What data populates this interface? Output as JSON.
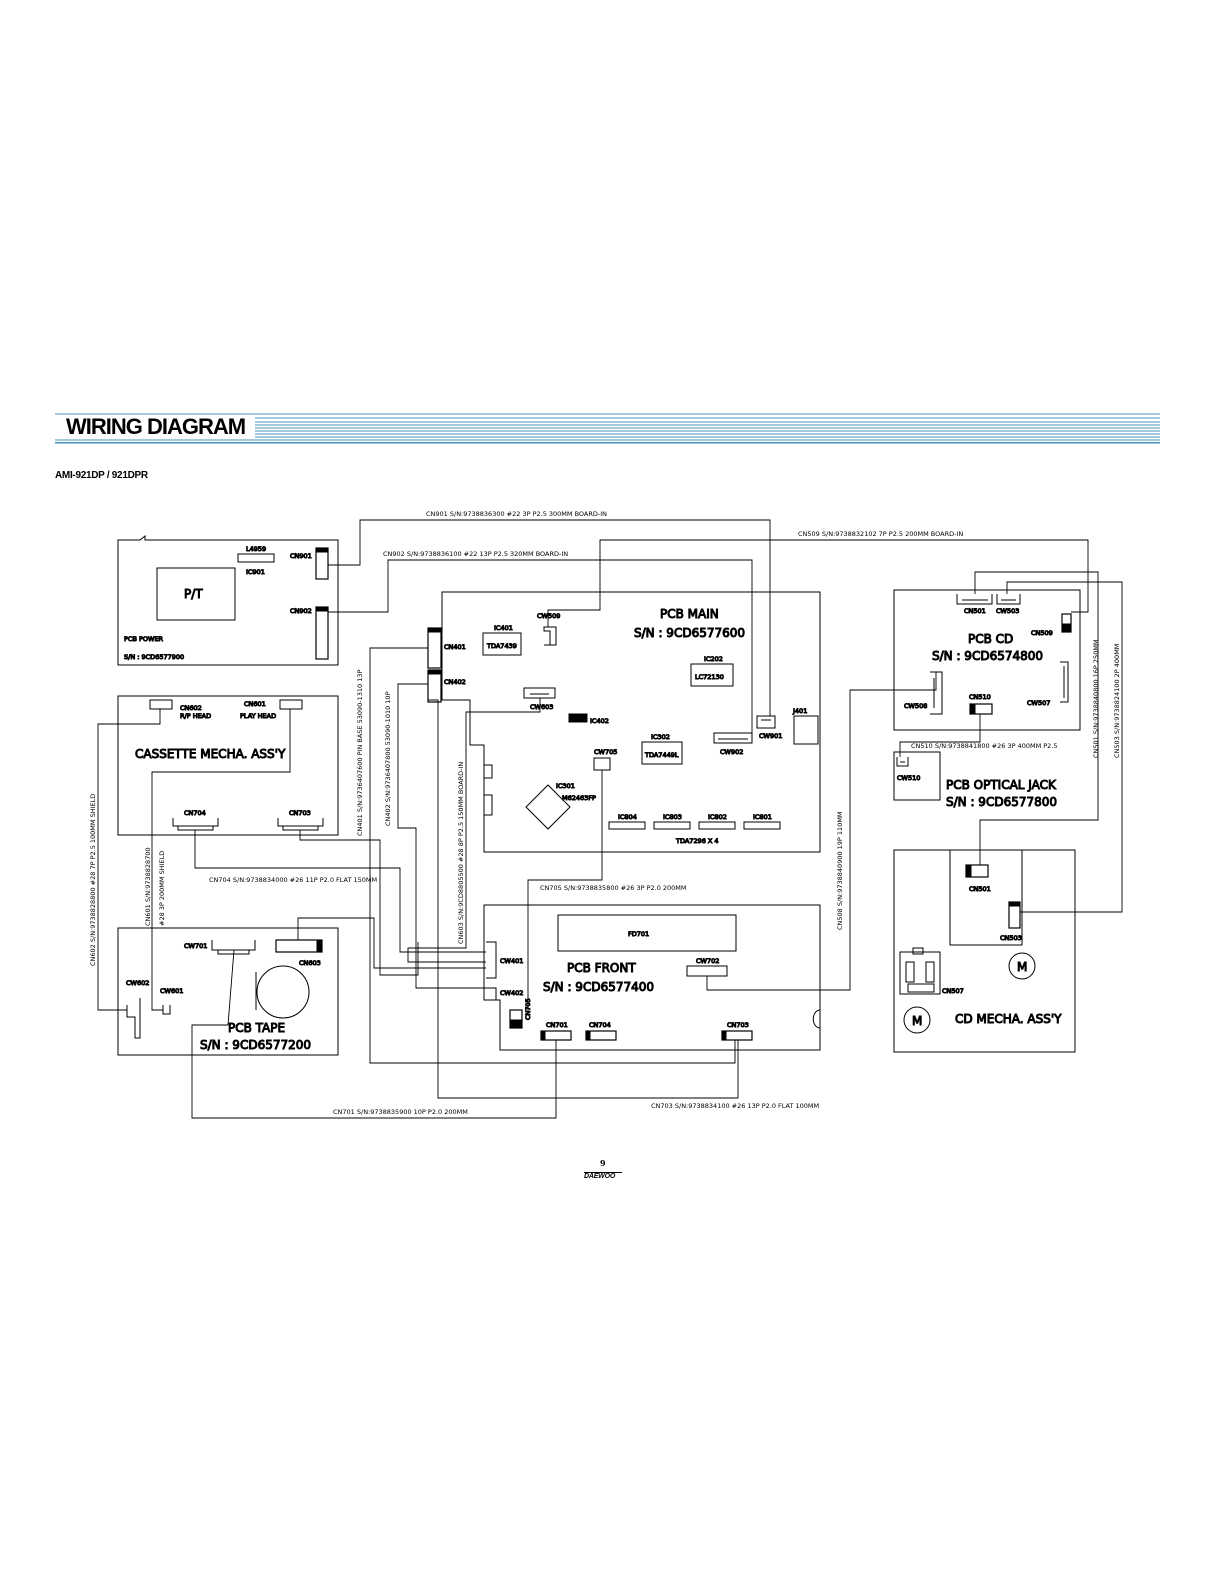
{
  "header": {
    "title": "WIRING DIAGRAM",
    "model": "AMI-921DP / 921DPR"
  },
  "footer": {
    "page_number": "9",
    "brand": "DAEWOO"
  },
  "colors": {
    "header_lines": "#4a8fc0",
    "ink": "#000000"
  },
  "boards": {
    "pcb_power": {
      "name": "PCB POWER",
      "sn": "S/N : 9CD6577900",
      "pt": "P/T",
      "l4959": "L4959",
      "ic901": "IC901",
      "cn901": "CN901",
      "cn902": "CN902"
    },
    "cassette": {
      "name": "CASSETTE MECHA. ASS'Y",
      "cn602": "CN602",
      "rp_head": "R/P HEAD",
      "cn601": "CN601",
      "play_head": "PLAY HEAD",
      "cn704": "CN704",
      "cn703": "CN703"
    },
    "pcb_tape": {
      "name": "PCB TAPE",
      "sn": "S/N : 9CD6577200",
      "cw701": "CW701",
      "cn603": "CN603",
      "cw602": "CW602",
      "cw601": "CW601"
    },
    "pcb_main": {
      "name": "PCB MAIN",
      "sn": "S/N : 9CD6577600",
      "cn401": "CN401",
      "cn402": "CN402",
      "ic401": "IC401",
      "tda7439": "TDA7439",
      "cw509": "CW509",
      "ic202": "IC202",
      "lc72130": "LC72130",
      "cw603": "CW603",
      "ic402": "IC402",
      "cw705": "CW705",
      "ic302": "IC302",
      "tda7449l": "TDA7449L",
      "cw902": "CW902",
      "cw901": "CW901",
      "j401": "J401",
      "ic301": "IC301",
      "m62463fp": "M62463FP",
      "ic804": "IC804",
      "ic803": "IC803",
      "ic802": "IC802",
      "ic801": "IC801",
      "tda7296": "TDA7296 X 4"
    },
    "pcb_front": {
      "name": "PCB FRONT",
      "sn": "S/N : 9CD6577400",
      "fd701": "FD701",
      "cw401": "CW401",
      "cw402": "CW402",
      "cw702": "CW702",
      "cn705": "CN705",
      "cn701": "CN701",
      "cn704": "CN704",
      "cn703": "CN703"
    },
    "pcb_cd": {
      "name": "PCB CD",
      "sn": "S/N : 9CD6574800",
      "cn501": "CN501",
      "cw503": "CW503",
      "cn509": "CN509",
      "cw508": "CW508",
      "cn510": "CN510",
      "cw507": "CW507"
    },
    "pcb_optical": {
      "name": "PCB OPTICAL JACK",
      "sn": "S/N : 9CD6577800",
      "cw510": "CW510"
    },
    "cd_mecha": {
      "name": "CD MECHA. ASS'Y",
      "cn501": "CN501",
      "cn503": "CN503",
      "cn507": "CN507",
      "motor1": "M",
      "motor2": "M"
    }
  },
  "wires": {
    "cn901": "CN901 S/N:9738836300 #22 3P P2.5 300MM BOARD-IN",
    "cn509": "CN509 S/N:9738832102 7P P2.5 200MM BOARD-IN",
    "cn902": "CN902 S/N:9738836100 #22 13P P2.5 320MM BOARD-IN",
    "cn401": "CN401 S/N:9736407600 PIN BASE 53090-1310 13P",
    "cn402": "CN402 S/N:9736407800 53090-1010 10P",
    "cn603": "CN603 S/N:9CD8805500 #28 8P P2.5 150MM BOARD-IN",
    "cn602": "CN602 S/N:9738828800 #28 7P P2.5 100MM SHIELD",
    "cn601a": "CN601 S/N:9738828700",
    "cn601b": "#28 3P 200MM SHIELD",
    "cn704": "CN704 S/N:9738834000 #26 11P P2.0 FLAT 150MM",
    "cn705": "CN705 S/N:9738835800 #26 3P P2.0 200MM",
    "cn508": "CN508 S/N:9738840900 19P 110MM",
    "cn510": "CN510   S/N:9738841800  #26 3P 400MM P2.5",
    "cn501": "CN501 S/N:9738840800 16P 250MM",
    "cn503": "CN503 S/N:9738824100 2P 400MM",
    "cn701": "CN701 S/N:9738835900 10P P2.0 200MM",
    "cn703": "CN703 S/N:9738834100 #26 13P P2.0 FLAT 100MM"
  }
}
